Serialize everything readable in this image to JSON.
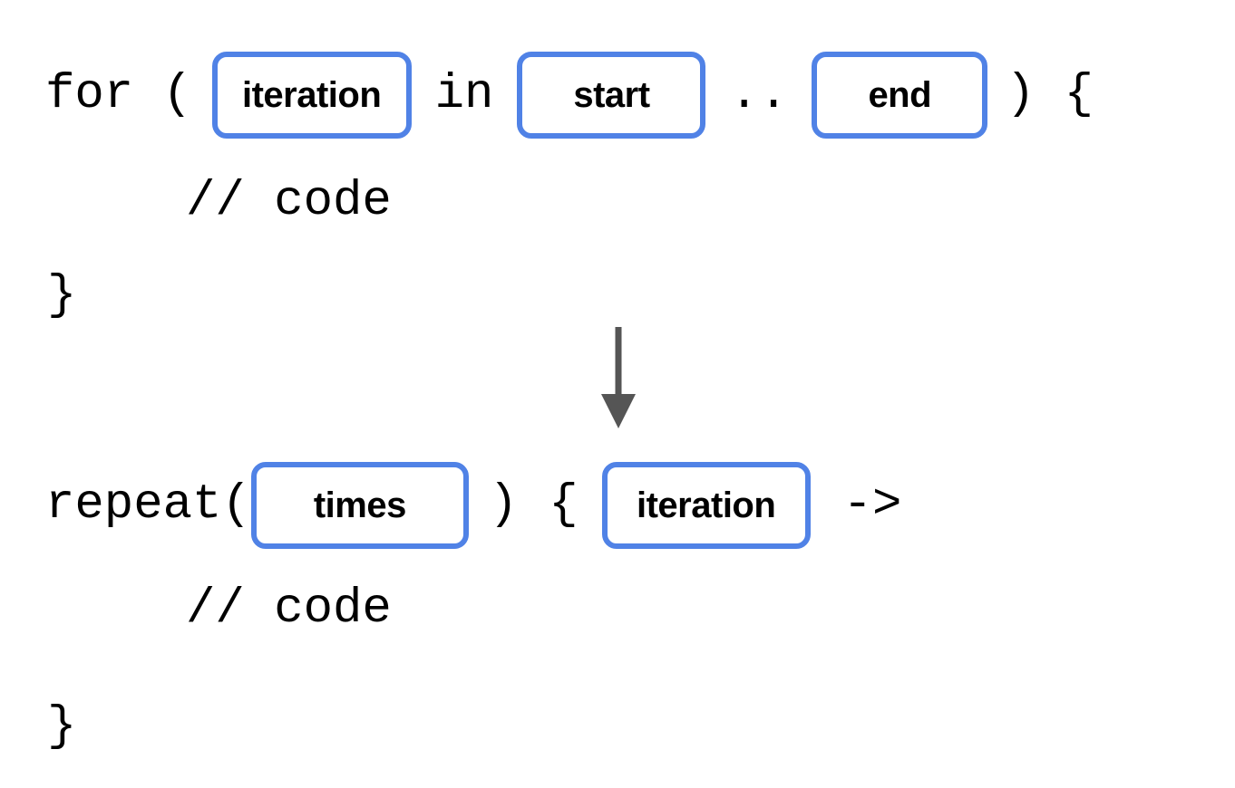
{
  "diagram": {
    "title": "for-loop to repeat conversion",
    "accent_color": "#5082e6",
    "arrow_color": "#555555",
    "text_color": "#000000",
    "background_color": "#ffffff"
  },
  "before": {
    "line1": {
      "keyword": "for",
      "space1": " ",
      "open_paren": "(",
      "chip_iteration": "iteration",
      "in_keyword": "in",
      "chip_start": "start",
      "range_operator": "..",
      "chip_end": "end",
      "close_paren": ")",
      "open_brace": "{"
    },
    "line2_comment": "// code",
    "line3_close_brace": "}"
  },
  "after": {
    "line1": {
      "function_call": "repeat(",
      "chip_times": "times",
      "close_paren": ")",
      "open_brace": "{",
      "chip_iteration": "iteration",
      "lambda_arrow": "->"
    },
    "line2_comment": "// code",
    "line3_close_brace": "}"
  },
  "connector": {
    "icon": "down-arrow-icon",
    "direction": "down"
  }
}
